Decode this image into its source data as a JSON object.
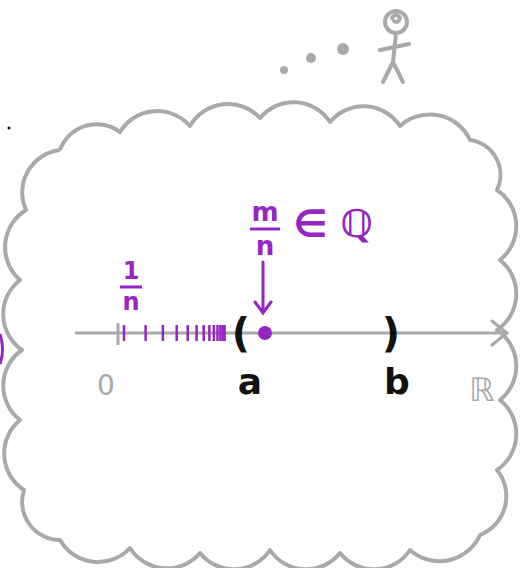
{
  "diagram": {
    "labels": [
      "1",
      "n",
      "m",
      "n",
      "∈ ℚ",
      "0",
      "(",
      ")",
      "a",
      "b",
      "ℝ"
    ]
  }
}
